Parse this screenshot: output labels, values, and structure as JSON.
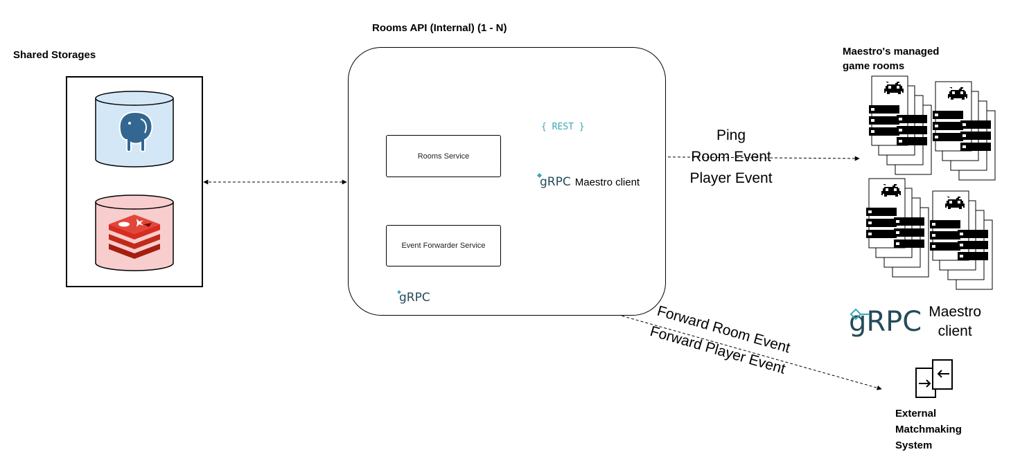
{
  "shared_storages": {
    "title": "Shared Storages",
    "postgres_icon": "postgresql-elephant-icon",
    "redis_icon": "redis-icon"
  },
  "rooms_api": {
    "title": "Rooms API (Internal) (1 - N)",
    "rooms_service": "Rooms Service",
    "event_forwarder": "Event Forwarder Service",
    "rest_label": "{ REST }",
    "grpc_client_logo": "gRPC",
    "grpc_client_label": "Maestro client",
    "grpc_logo": "gRPC"
  },
  "game_rooms": {
    "title_line1": "Maestro's managed",
    "title_line2": "game rooms",
    "icon": "game-server-icon"
  },
  "room_events": {
    "line1": "Ping",
    "line2": "Room Event",
    "line3": "Player Event"
  },
  "forward_events": {
    "line1": "Forward Room Event",
    "line2": "Forward Player Event"
  },
  "grpc_maestro_client": {
    "logo": "gRPC",
    "label_line1": "Maestro",
    "label_line2": "client"
  },
  "matchmaking": {
    "line1": "External",
    "line2": "Matchmaking",
    "line3": "System",
    "icon": "exchange-arrows-icon"
  },
  "colors": {
    "postgres_fill": "#d4e7f7",
    "redis_fill": "#f8cdcd",
    "postgres_blue": "#336791",
    "redis_red": "#d82c20",
    "grpc_teal": "#244b5a",
    "rest_teal": "#3aa6b9"
  }
}
